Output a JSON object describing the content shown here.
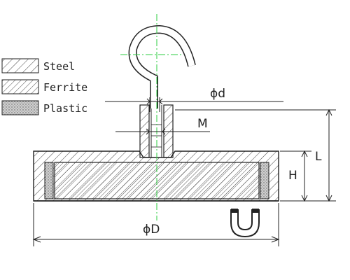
{
  "legend": [
    {
      "label": "Steel",
      "pattern": "steel"
    },
    {
      "label": "Ferrite",
      "pattern": "ferrite"
    },
    {
      "label": "Plastic",
      "pattern": "plastic"
    }
  ],
  "dimensions": {
    "hook_diameter": "ϕd",
    "thread": "M",
    "overall_diameter": "ϕD",
    "total_height": "L",
    "body_height": "H"
  },
  "colors": {
    "line": "#222222",
    "centerline": "#2ecc40",
    "background": "#ffffff"
  },
  "icons": [
    "u-magnet-icon"
  ]
}
